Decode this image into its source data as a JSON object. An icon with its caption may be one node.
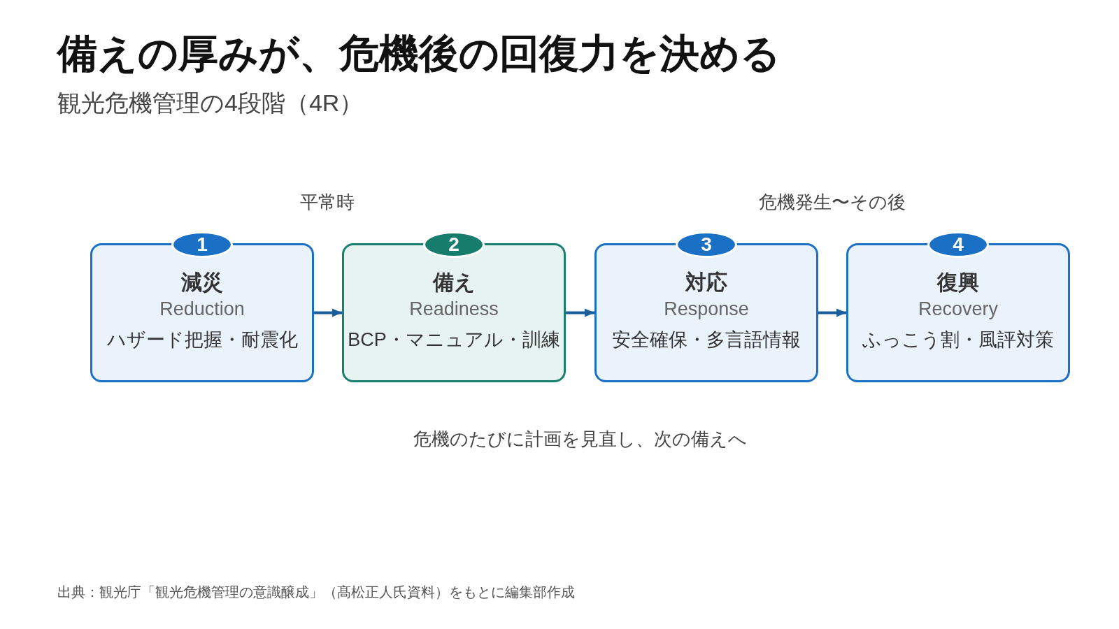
{
  "diagram": {
    "title": "備えの厚みが、危機後の回復力を決める",
    "nodes": [
      {
        "text": [
          "1"
        ]
      },
      {
        "text": [
          "減災",
          "Reduction",
          "ハザード把握・耐震化"
        ]
      },
      {
        "text": [
          "2"
        ]
      },
      {
        "text": [
          "備え",
          "Readiness",
          "BCP・マニュアル・訓練"
        ]
      },
      {
        "text": [
          "3"
        ]
      },
      {
        "text": [
          "対応",
          "Response",
          "安全確保・多言語情報"
        ]
      },
      {
        "text": [
          "4"
        ]
      },
      {
        "text": [
          "復興",
          "Recovery",
          "ふっこう割・風評対策"
        ]
      }
    ],
    "edges": [
      {
        "from": 1,
        "to": 3,
        "arrow": "to"
      },
      {
        "from": 3,
        "to": 5,
        "arrow": "to"
      },
      {
        "from": 5,
        "to": 7,
        "arrow": "to"
      }
    ],
    "labels": [
      "観光危機管理の4段階（4R）",
      "平常時",
      "危機発生〜その後",
      "危機のたびに計画を見直し、次の備えへ",
      "出典：観光庁「観光危機管理の意識醸成」（髙松正人氏資料）をもとに編集部作成"
    ]
  }
}
